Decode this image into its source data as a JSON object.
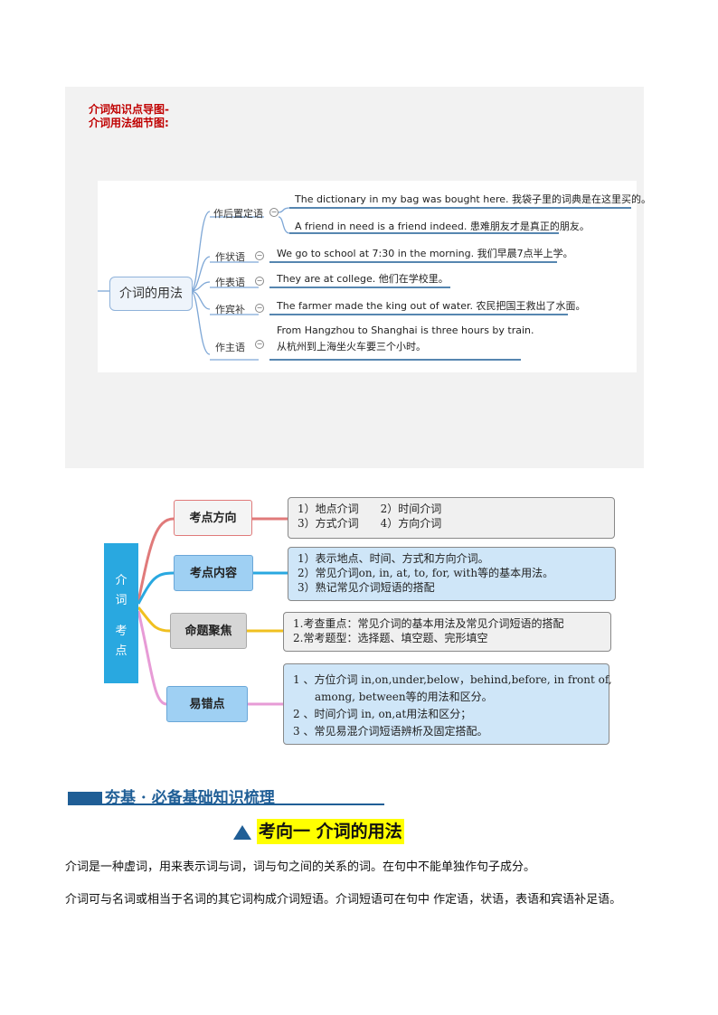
{
  "mindmap_panel": {
    "title_line1": "介词知识点导图-",
    "title_line2": "介词用法细节图:",
    "root": "介词的用法",
    "branches": [
      {
        "label": "作后置定语",
        "items": [
          "The dictionary in my bag was bought here. 我袋子里的词典是在这里买的。",
          "A friend in need is a friend indeed. 患难朋友才是真正的朋友。"
        ]
      },
      {
        "label": "作状语",
        "items": [
          "We go to school at 7:30 in the morning. 我们早晨7点半上学。"
        ]
      },
      {
        "label": "作表语",
        "items": [
          "They are at college. 他们在学校里。"
        ]
      },
      {
        "label": "作宾补",
        "items": [
          "The farmer made the king out of water. 农民把国王救出了水面。"
        ]
      },
      {
        "label": "作主语",
        "items": [
          "From Hangzhou to Shanghai is three hours by train.",
          "从杭州到上海坐火车要三个小时。"
        ]
      }
    ]
  },
  "exam_diagram": {
    "side_chars": [
      "介",
      "词",
      "考",
      "点"
    ],
    "categories": [
      {
        "label": "考点方向",
        "lines": [
          "1）地点介词　　2）时间介词",
          "3）方式介词　　4）方向介词"
        ]
      },
      {
        "label": "考点内容",
        "lines": [
          "1）表示地点、时间、方式和方向介词。",
          "2）常见介词on, in, at, to, for, with等的基本用法。",
          "3）熟记常见介词短语的搭配"
        ]
      },
      {
        "label": "命题聚焦",
        "lines": [
          "1.考查重点：常见介词的基本用法及常见介词短语的搭配",
          "2.常考题型：选择题、填空题、完形填空"
        ]
      },
      {
        "label": "易错点",
        "lines": [
          "1 、方位介词 in,on,under,below，behind,before, in front of,",
          "　　among, between等的用法和区分。",
          "2 、时间介词 in, on,at用法和区分；",
          "3 、常见易混介词短语辨析及固定搭配。"
        ]
      }
    ],
    "colors": {
      "side": "#29a8e0",
      "line_red": "#e07a7a",
      "line_blue": "#29a8e0",
      "line_yellow": "#f0c020",
      "line_pink": "#e79bd6"
    }
  },
  "section": {
    "header": "夯基 · 必备基础知识梳理",
    "topic": "考向一  介词的用法",
    "paragraphs": [
      "介词是一种虚词，用来表示词与词，词与句之间的关系的词。在句中不能单独作句子成分。",
      "介词可与名词或相当于名词的其它词构成介词短语。介词短语可在句中  作定语，状语，表语和宾语补足语。"
    ]
  }
}
